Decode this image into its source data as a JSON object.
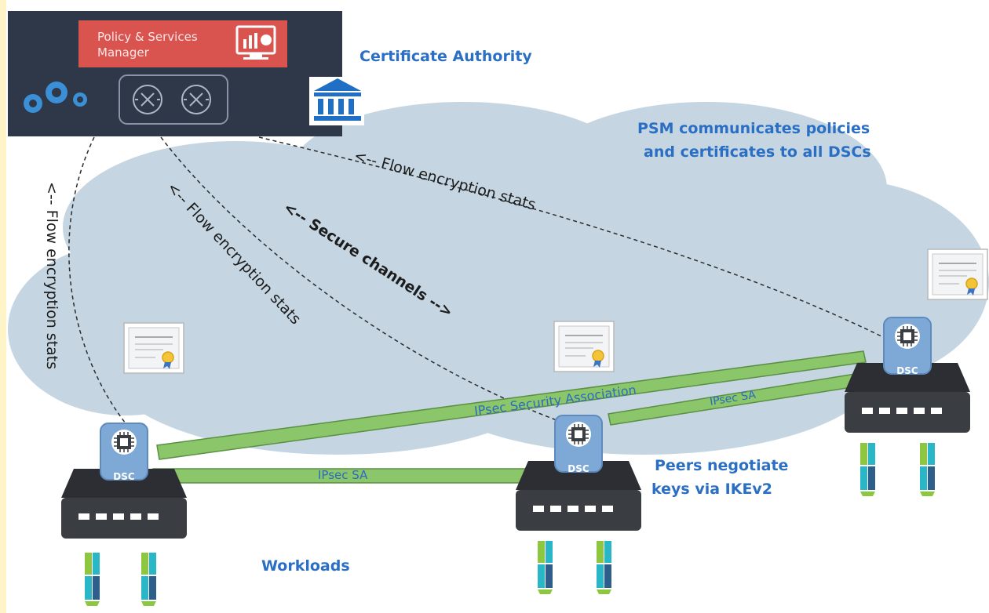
{
  "psm": {
    "title_line1": "Policy & Services",
    "title_line2": "Manager"
  },
  "labels": {
    "certificate_authority": "Certificate Authority",
    "psm_comm_line1": "PSM communicates policies",
    "psm_comm_line2": "and certificates to all DSCs",
    "flow_stats": "<-- Flow encryption stats",
    "secure_channels": "<-- Secure channels -->",
    "peers_line1": "Peers negotiate",
    "peers_line2": "keys via IKEv2",
    "workloads": "Workloads"
  },
  "tunnels": {
    "sa_long": "IPsec Security Association",
    "sa_short_1": "IPsec SA",
    "sa_short_2": "IPsec SA"
  },
  "dsc_label": "DSC",
  "colors": {
    "psm_box": "#2f3848",
    "psm_banner": "#d9534f",
    "text_blue": "#2b6fc4",
    "cloud": "#c5d6e2",
    "tunnel": "#8bc66a",
    "dsc_chip": "#7ea9d6",
    "server": "#3a3d42",
    "workload_green": "#8dc63f",
    "workload_teal": "#29b6c6",
    "workload_navy": "#2e5f8a"
  },
  "icons": [
    "gears-icon",
    "router-icon",
    "monitor-chart-icon",
    "bank-icon",
    "certificate-icon",
    "chip-icon",
    "server-icon",
    "workload-icon"
  ]
}
